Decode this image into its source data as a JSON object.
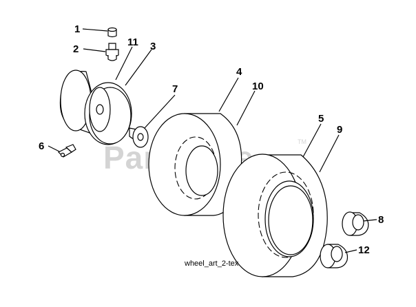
{
  "watermark": {
    "text": "PartsTree",
    "tm": "TM"
  },
  "caption": "wheel_art_2-tex",
  "callouts": [
    {
      "label": "1",
      "part": "valve-cap"
    },
    {
      "label": "2",
      "part": "valve-stem"
    },
    {
      "label": "11",
      "part": "rim-assembly"
    },
    {
      "label": "3",
      "part": "rim-half"
    },
    {
      "label": "7",
      "part": "bushing-washer"
    },
    {
      "label": "4",
      "part": "front-tire"
    },
    {
      "label": "10",
      "part": "front-tire-tube"
    },
    {
      "label": "6",
      "part": "grease-fitting"
    },
    {
      "label": "5",
      "part": "rear-tire"
    },
    {
      "label": "9",
      "part": "rear-tire-tube"
    },
    {
      "label": "8",
      "part": "hub-cap"
    },
    {
      "label": "12",
      "part": "hub-cap-2"
    }
  ]
}
